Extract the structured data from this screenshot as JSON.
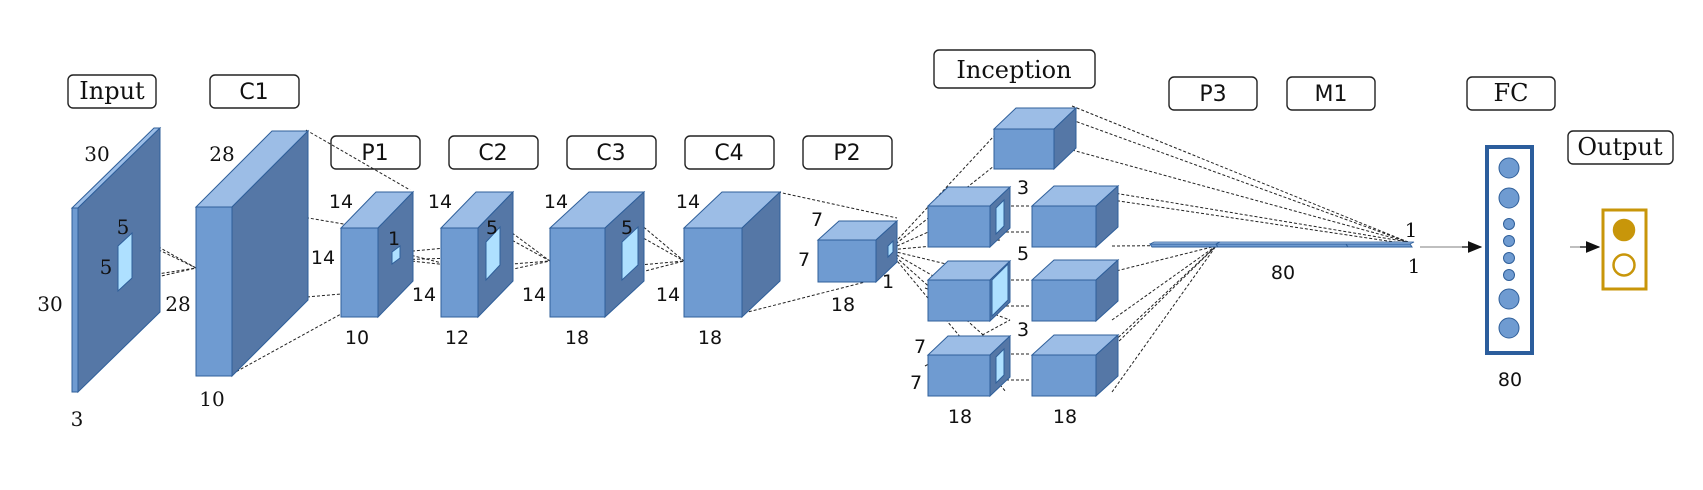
{
  "layers": {
    "input": "Input",
    "c1": "C1",
    "p1": "P1",
    "c2": "C2",
    "c3": "C3",
    "c4": "C4",
    "p2": "P2",
    "inception": "Inception",
    "p3": "P3",
    "m1": "M1",
    "fc": "FC",
    "output": "Output"
  },
  "dims": {
    "input_h": "30",
    "input_w": "30",
    "input_d": "3",
    "input_k1": "5",
    "input_k2": "5",
    "c1_h": "28",
    "c1_w": "28",
    "c1_d": "10",
    "p1_h": "14",
    "p1_w": "14",
    "p1_d": "10",
    "p1_k": "1",
    "c2_h": "14",
    "c2_w": "14",
    "c2_d": "12",
    "c2_k": "5",
    "c3_h": "14",
    "c3_w": "14",
    "c3_d": "18",
    "c3_k": "5",
    "c4_h": "14",
    "c4_w": "14",
    "c4_d": "18",
    "p2_h": "7",
    "p2_w": "7",
    "p2_d": "18",
    "p2_k": "1",
    "inc_k3a": "3",
    "inc_k5": "5",
    "inc_k3b": "3",
    "inc_h": "7",
    "inc_w": "7",
    "inc_d1": "18",
    "inc_d2": "18",
    "p3_d": "80",
    "m1_a": "1",
    "m1_b": "1",
    "fc_n": "80"
  },
  "colors": {
    "block_front": "#6f9bd1",
    "block_top": "#9cbde6",
    "block_side": "#5577a6",
    "block_edge": "#2f5f9a",
    "kernel": "#aee0ff",
    "fc_border": "#2b5d9c",
    "output_border": "#c8960a",
    "output_fill": "#c8960a"
  }
}
